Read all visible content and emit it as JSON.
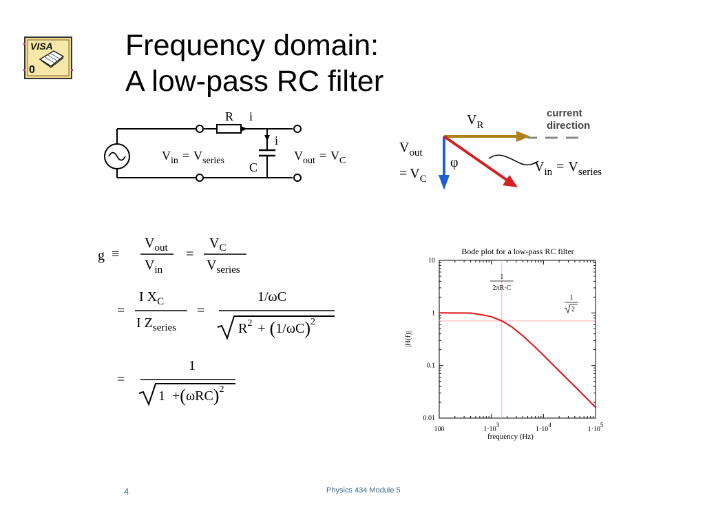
{
  "title": {
    "line1": "Frequency domain:",
    "line2": "A low-pass RC filter"
  },
  "logo": {
    "text": "VISA",
    "digit": "0"
  },
  "circuit": {
    "r_label": "R",
    "i_top": "i",
    "i_cap": "i",
    "c_label": "C",
    "vin_eq": {
      "v1": "V",
      "s1": "in",
      "eq": "=",
      "v2": "V",
      "s2": "series"
    },
    "vout_eq": {
      "v1": "V",
      "s1": "out",
      "eq": "=",
      "v2": "V",
      "s2": "C"
    }
  },
  "phasor": {
    "vr": {
      "v": "V",
      "s": "R"
    },
    "current_line1": "current",
    "current_line2": "direction",
    "vout": {
      "v": "V",
      "s": "out"
    },
    "vc": {
      "eq": "=",
      "v": "V",
      "s": "C"
    },
    "phi": "φ",
    "vin": {
      "v1": "V",
      "s1": "in",
      "eq": "=",
      "v2": "V",
      "s2": "series"
    },
    "colors": {
      "vr": "#b0801a",
      "vin": "#d32020",
      "vc": "#1f5fd0"
    }
  },
  "equations": {
    "g": "g",
    "equiv": "≡",
    "eq": "=",
    "row1": {
      "n1v": "V",
      "n1s": "out",
      "d1v": "V",
      "d1s": "in",
      "n2v": "V",
      "n2s": "C",
      "d2v": "V",
      "d2s": "series"
    },
    "row2": {
      "n1": "I X",
      "n1s": "C",
      "d1": "I Z",
      "d1s": "series",
      "n2": "1/ωC",
      "r": "R",
      "rexp": "2",
      "plus": "+",
      "inner": "1/ωC",
      "exp": "2"
    },
    "row3": {
      "num": "1",
      "one": "1",
      "plus": "+",
      "inner": "ωRC",
      "exp": "2"
    }
  },
  "chart_data": {
    "type": "line",
    "title": "Bode plot for a low-pass RC filter",
    "xlabel": "frequency (Hz)",
    "ylabel": "|H(f)|",
    "xscale": "log",
    "yscale": "log",
    "xlim": [
      100,
      100000
    ],
    "ylim": [
      0.01,
      10
    ],
    "x_ticks": [
      {
        "value": 100,
        "label": "100",
        "exp": ""
      },
      {
        "value": 1000,
        "label": "1·10",
        "exp": "3"
      },
      {
        "value": 10000,
        "label": "1·10",
        "exp": "4"
      },
      {
        "value": 100000,
        "label": "1·10",
        "exp": "5"
      }
    ],
    "y_ticks": [
      {
        "value": 10,
        "label": "10"
      },
      {
        "value": 1,
        "label": "1"
      },
      {
        "value": 0.1,
        "label": "0.1"
      },
      {
        "value": 0.01,
        "label": "0.01"
      }
    ],
    "cutoff_frequency": 1590,
    "reference_level": 0.707,
    "annotations": {
      "cutoff_num": "1",
      "cutoff_den": "2πR·C",
      "ref_num": "1",
      "ref_den": "2"
    },
    "series": [
      {
        "x": [
          100,
          200,
          400,
          700,
          1000,
          1590,
          2500,
          4000,
          7000,
          10000,
          20000,
          40000,
          70000,
          100000
        ],
        "values": [
          1.0,
          0.999,
          0.994,
          0.915,
          0.847,
          0.707,
          0.537,
          0.37,
          0.222,
          0.157,
          0.079,
          0.04,
          0.023,
          0.016
        ]
      }
    ],
    "colors": {
      "curve": "#e01010",
      "guide": "#f3b3b3"
    }
  },
  "footer": {
    "page_number": "4",
    "course": "Physics 434 Module 5"
  }
}
